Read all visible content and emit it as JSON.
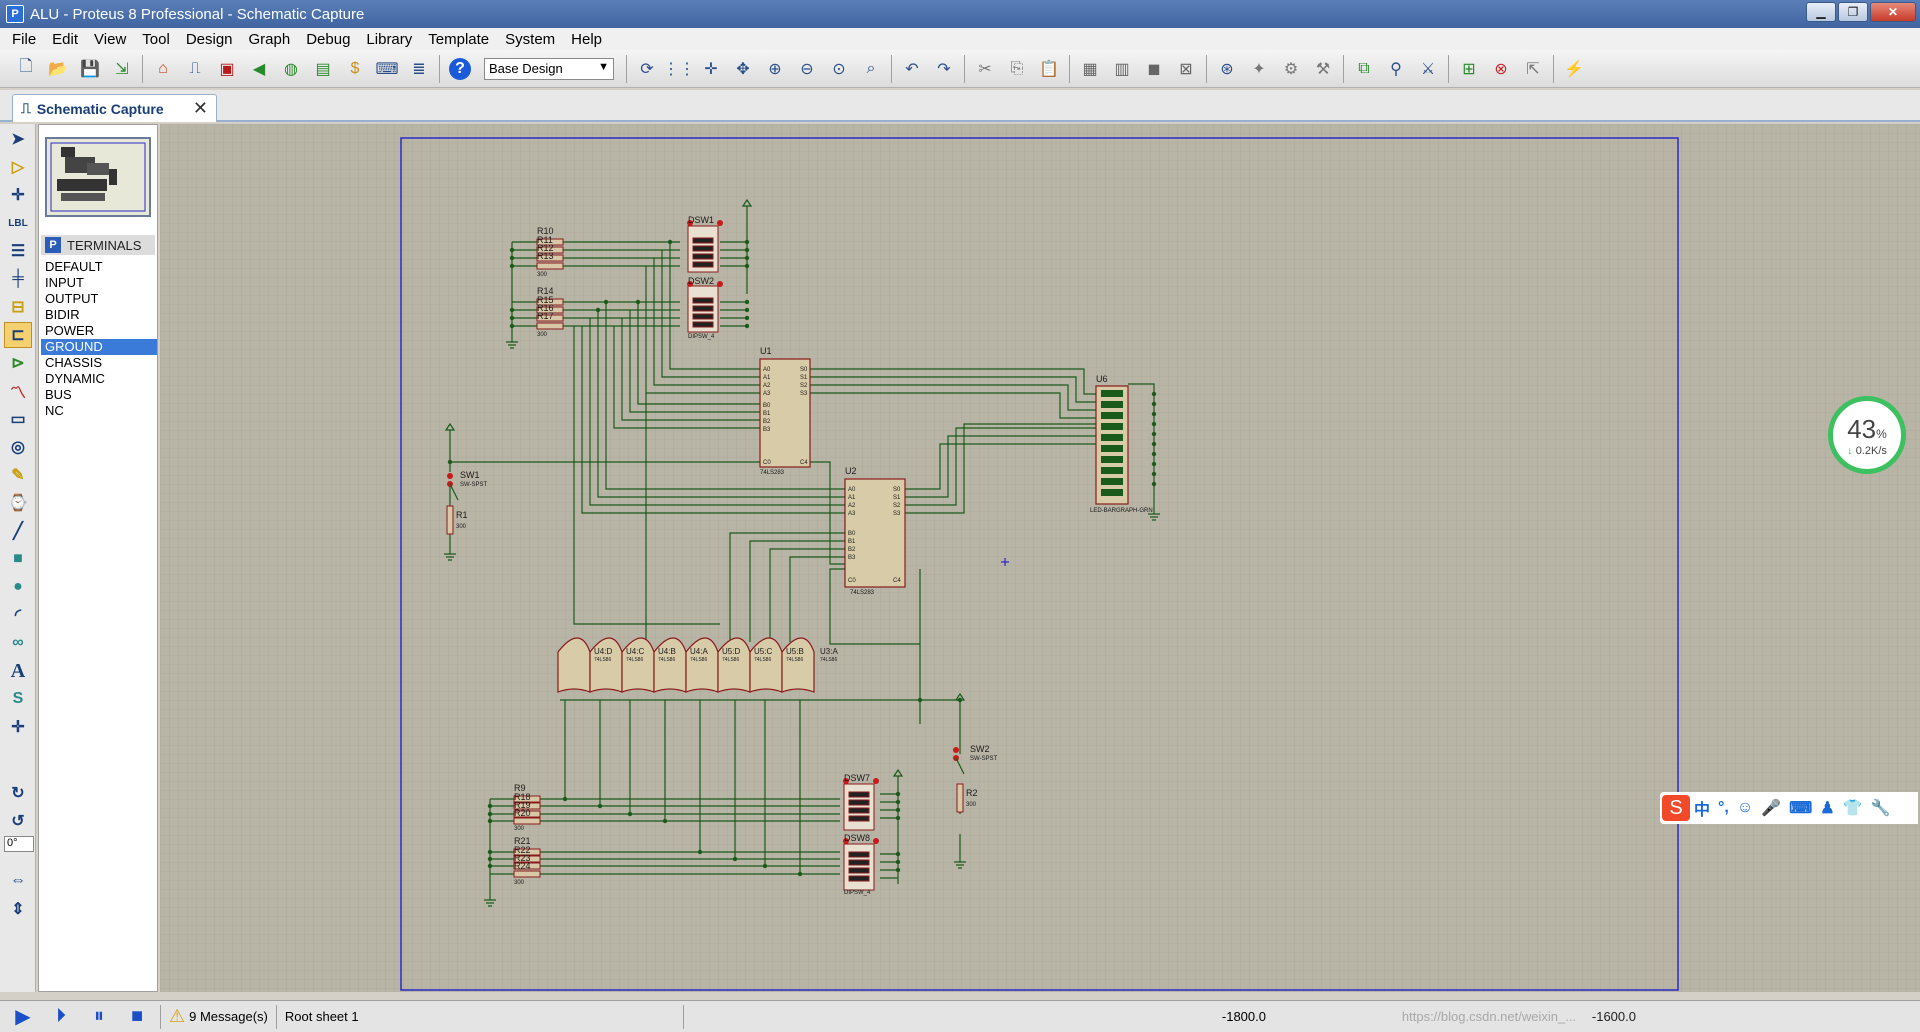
{
  "window": {
    "title": "ALU - Proteus 8 Professional - Schematic Capture"
  },
  "menu": [
    "File",
    "Edit",
    "View",
    "Tool",
    "Design",
    "Graph",
    "Debug",
    "Library",
    "Template",
    "System",
    "Help"
  ],
  "toolbar": {
    "design_select": "Base Design"
  },
  "tab": {
    "label": "Schematic Capture"
  },
  "panel": {
    "mode_button": "P",
    "title": "TERMINALS",
    "items": [
      "DEFAULT",
      "INPUT",
      "OUTPUT",
      "BIDIR",
      "POWER",
      "GROUND",
      "CHASSIS",
      "DYNAMIC",
      "BUS",
      "NC"
    ],
    "selected_index": 5
  },
  "rotation": "0°",
  "schematic": {
    "resistors": {
      "r10": "R10",
      "r11": "R11",
      "r12": "R12",
      "r13": "R13",
      "r14": "R14",
      "r15": "R15",
      "r16": "R16",
      "r17": "R17",
      "r9": "R9",
      "r18": "R18",
      "r19": "R19",
      "r20": "R20",
      "r21": "R21",
      "r22": "R22",
      "r23": "R23",
      "r24": "R24",
      "r1": "R1",
      "r2": "R2",
      "value": "300"
    },
    "switches": {
      "dsw1": "DSW1",
      "dsw2": "DSW2",
      "dsw7": "DSW7",
      "dsw8": "DSW8",
      "dip_type": "DIPSW_4",
      "sw1": "SW1",
      "sw2": "SW2",
      "sw_type": "SW-SPST"
    },
    "chips": {
      "u1": "U1",
      "u2": "U2",
      "adder_type": "74LS283",
      "u6": "U6",
      "bargraph_type": "LED-BARGRAPH-GRN",
      "xor_type": "74LS86",
      "gates": [
        "U4:D",
        "U4:C",
        "U4:B",
        "U4:A",
        "U5:D",
        "U5:C",
        "U5:B",
        "U3:A"
      ]
    },
    "pins": {
      "a0": "A0",
      "a1": "A1",
      "a2": "A2",
      "a3": "A3",
      "b0": "B0",
      "b1": "B1",
      "b2": "B2",
      "b3": "B3",
      "s0": "S0",
      "s1": "S1",
      "s2": "S2",
      "s3": "S3",
      "c0": "C0",
      "c4": "C4"
    }
  },
  "status": {
    "messages": "9 Message(s)",
    "sheet": "Root sheet 1",
    "coord_x": "-1800.0",
    "coord_y": "-1600.0",
    "watermark": "https://blog.csdn.net/weixin_..."
  },
  "overlay": {
    "percent": "43",
    "percent_unit": "%",
    "rate": "0.2K/s",
    "ime_cn": "中"
  },
  "colors": {
    "wire": "#1a5a1a",
    "component": "#8a1a1a",
    "grid": "#a8a494",
    "canvas": "#b8b4a6",
    "sheet_border": "#2a2ac8"
  }
}
